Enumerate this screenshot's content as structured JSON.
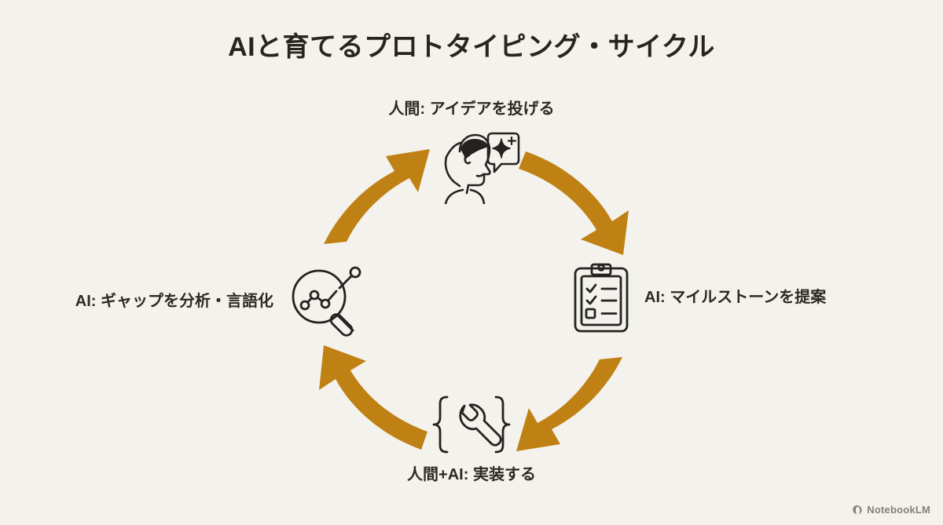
{
  "page": {
    "title": "AIと育てるプロトタイピング・サイクル",
    "background_color": "#f4f2ec",
    "accent_color": "#bf8014",
    "text_color": "#2b2a25"
  },
  "diagram": {
    "type": "cycle",
    "direction": "clockwise",
    "node_count": 4,
    "nodes": [
      {
        "position": "top",
        "label": "人間: アイデアを投げる",
        "icon": "person-speech-bubble-sparkle-icon"
      },
      {
        "position": "right",
        "label": "AI: マイルストーンを提案",
        "icon": "clipboard-checklist-icon"
      },
      {
        "position": "bottom",
        "label": "人間+AI: 実装する",
        "icon": "code-braces-wrench-icon"
      },
      {
        "position": "left",
        "label": "AI: ギャップを分析・言語化",
        "icon": "magnifier-chart-icon"
      }
    ],
    "arrows": [
      {
        "from": "top",
        "to": "right",
        "name": "arrow-top-to-right"
      },
      {
        "from": "right",
        "to": "bottom",
        "name": "arrow-right-to-bottom"
      },
      {
        "from": "bottom",
        "to": "left",
        "name": "arrow-bottom-to-left"
      },
      {
        "from": "left",
        "to": "top",
        "name": "arrow-left-to-top"
      }
    ]
  },
  "watermark": {
    "text": "NotebookLM",
    "icon": "notebooklm-logo-icon"
  }
}
